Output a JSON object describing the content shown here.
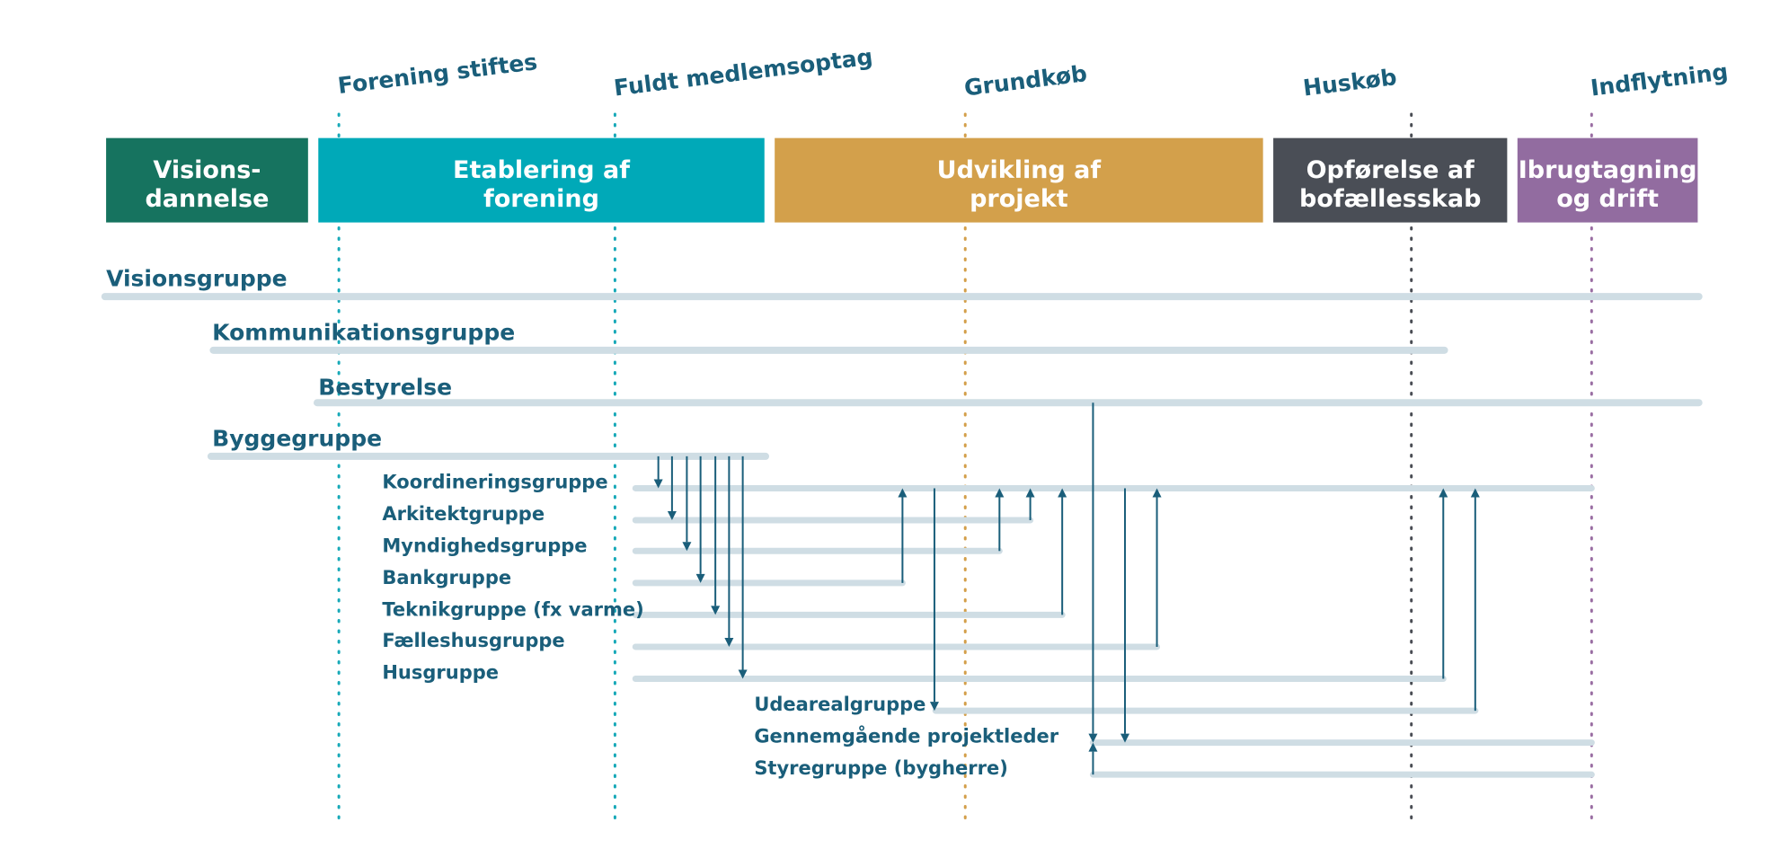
{
  "colors": {
    "text": "#1a5e7a",
    "bar": "#cfdde4",
    "arrow": "#1a5e7a"
  },
  "milestones": [
    {
      "label": "Forening stiftes",
      "color": "#17a9b8"
    },
    {
      "label": "Fuldt medlemsoptag",
      "color": "#17a9b8"
    },
    {
      "label": "Grundkøb",
      "color": "#d39f4a"
    },
    {
      "label": "Huskøb",
      "color": "#4a4d54"
    },
    {
      "label": "Indflytning",
      "color": "#9a6ea3"
    }
  ],
  "phases": [
    {
      "lines": [
        "Visions-",
        "dannelse"
      ],
      "color": "#16735f"
    },
    {
      "lines": [
        "Etablering af",
        "forening"
      ],
      "color": "#00a9b8"
    },
    {
      "lines": [
        "Udvikling af",
        "projekt"
      ],
      "color": "#d3a04b"
    },
    {
      "lines": [
        "Opførelse af",
        "bofællesskab"
      ],
      "color": "#4a4e56"
    },
    {
      "lines": [
        "Ibrugtagning",
        "og drift"
      ],
      "color": "#926ca0"
    }
  ],
  "groups": [
    {
      "label": "Visionsgruppe"
    },
    {
      "label": "Kommunikationsgruppe"
    },
    {
      "label": "Bestyrelse"
    },
    {
      "label": "Byggegruppe"
    }
  ],
  "subgroups": [
    {
      "label": "Koordineringsgruppe"
    },
    {
      "label": "Arkitektgruppe"
    },
    {
      "label": "Myndighedsgruppe"
    },
    {
      "label": "Bankgruppe"
    },
    {
      "label": "Teknikgruppe (fx varme)"
    },
    {
      "label": "Fælleshusgruppe"
    },
    {
      "label": "Husgruppe"
    },
    {
      "label": "Udearealgruppe"
    },
    {
      "label": "Gennemgående projektleder"
    },
    {
      "label": "Styregruppe (bygherre)"
    }
  ]
}
